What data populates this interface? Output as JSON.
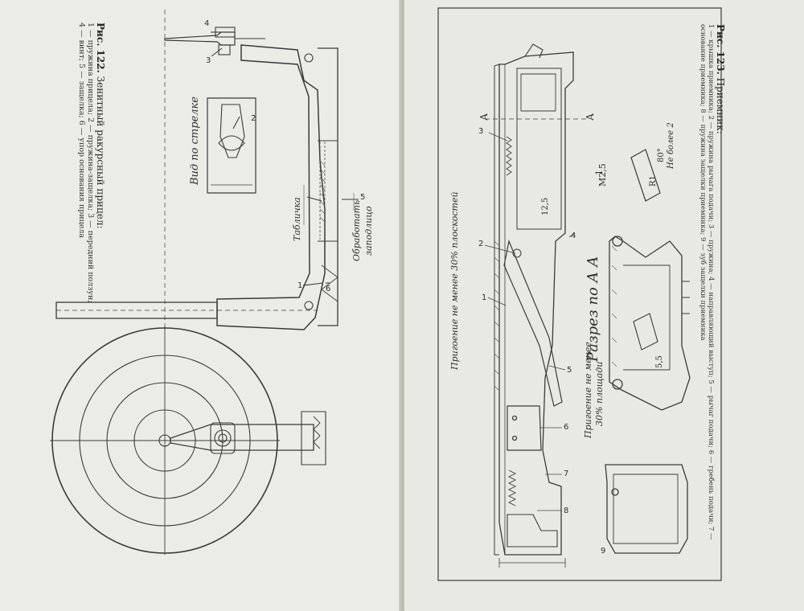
{
  "left_page": {
    "figure_number": "Рис. 122.",
    "figure_title": "Зенитный ракурсный прицел:",
    "legend_line1": "1 — пружина прицела; 2 — пружина-защелка; 3 — передний ползун;",
    "legend_line2": "4 — винт; 5 — защелка; 6 — упор основания прицела",
    "labels": {
      "view_label": "Вид по стрелке",
      "plate_label": "Табличка",
      "fit_label": "Обработать",
      "fit_label2": "заподлицо"
    },
    "callouts": [
      "1",
      "2",
      "3",
      "4",
      "5",
      "6"
    ]
  },
  "right_page": {
    "figure_number": "Рис. 123.",
    "figure_title": "Приемник:",
    "legend_line1": "1 — крышка приемника; 2 — пружина рычага подачи; 3 — пружина; 4 — направляющий выступ; 5 — рычаг подачи; 6 — гребень подачи; 7 —",
    "legend_line2": "основание приемника; 8 — пружина защелки приемника; 9 — зуб защелки приемника",
    "labels": {
      "fit_flat": "Пригоение не менее 30% плоскостей",
      "fit_area": "Пригоение не менее",
      "fit_area2": "30% площади",
      "section": "Разрез по А А",
      "section_A_top": "А",
      "section_A_bottom": "А",
      "thread": "М2,5",
      "thread_num": "1",
      "rough1": "R1",
      "rough2": "Не более 2",
      "dim_1": "12,5",
      "dim_2": "5,5",
      "dim_3": "80°"
    },
    "callouts": [
      "1",
      "2",
      "3",
      "4",
      "5",
      "6",
      "7",
      "8",
      "9"
    ]
  }
}
